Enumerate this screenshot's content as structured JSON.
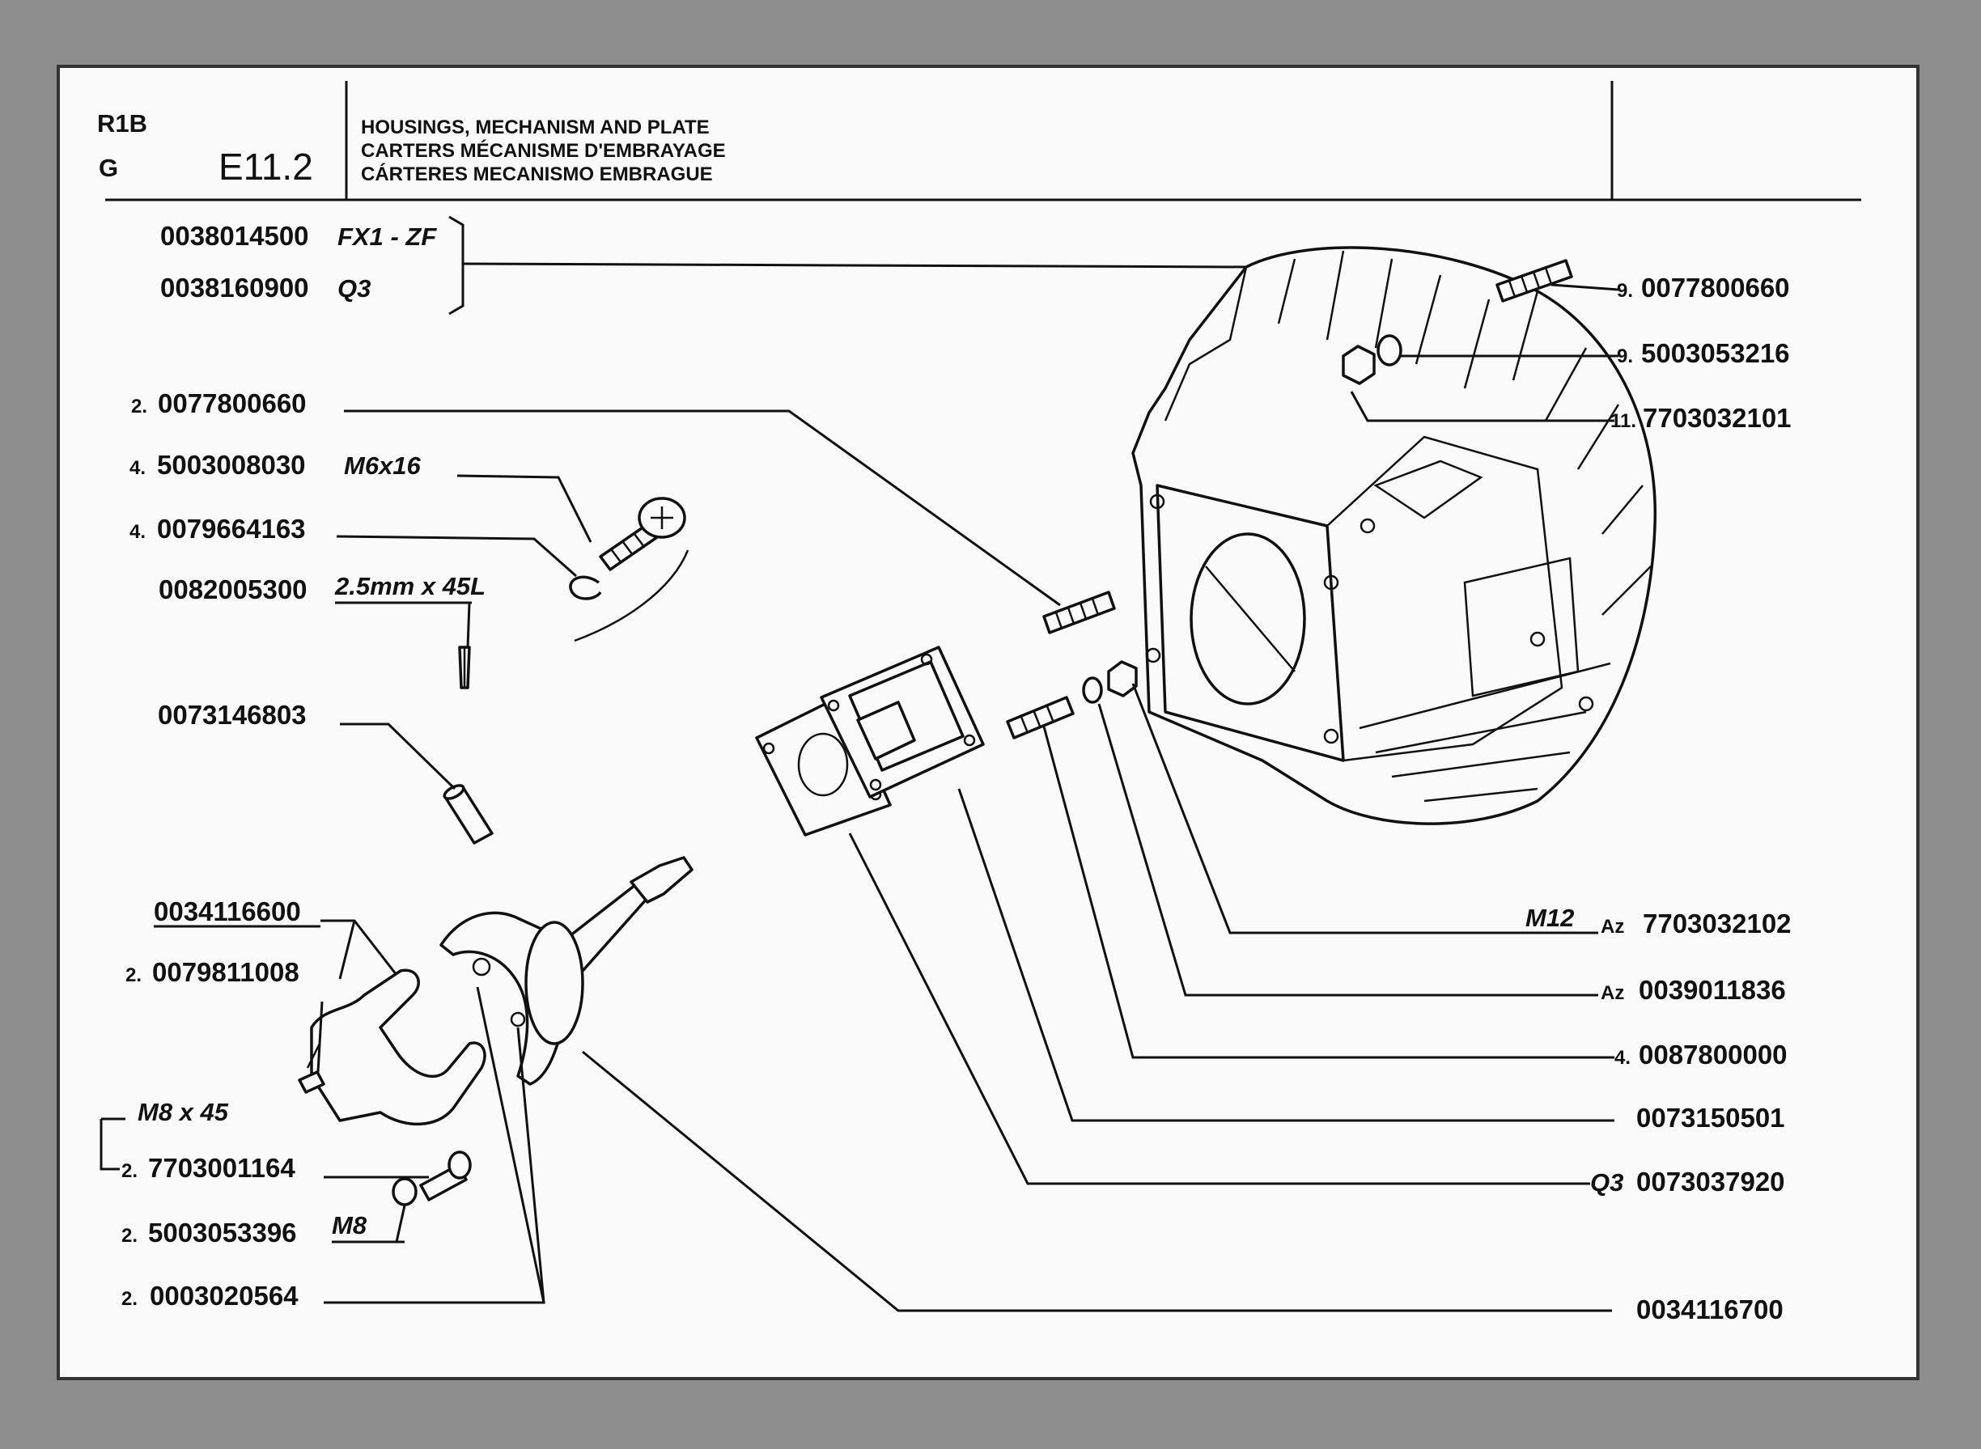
{
  "header": {
    "model": "R1B",
    "variant": "G",
    "ref": "E11.2",
    "titles": [
      "HOUSINGS, MECHANISM AND PLATE",
      "CARTERS MÉCANISME D'EMBRAYAGE",
      "CÁRTERES MECANISMO EMBRAGUE"
    ]
  },
  "parts": {
    "housing_fx1": {
      "pn": "0038014500",
      "spec": "FX1 - ZF"
    },
    "housing_q3": {
      "pn": "0038160900",
      "spec": "Q3"
    },
    "stud_top_right": {
      "qty": "9.",
      "pn": "0077800660"
    },
    "washer_top_right": {
      "qty": "9.",
      "pn": "5003053216"
    },
    "nut_top_right": {
      "qty": "11.",
      "pn": "7703032101"
    },
    "stud_left": {
      "qty": "2.",
      "pn": "0077800660"
    },
    "screw_m6": {
      "qty": "4.",
      "pn": "5003008030",
      "spec": "M6x16"
    },
    "clip": {
      "qty": "4.",
      "pn": "0079664163"
    },
    "pin": {
      "pn": "0082005300",
      "spec": "2.5mm x 45L"
    },
    "sleeve": {
      "pn": "0073146803"
    },
    "fork": {
      "pn": "0034116600"
    },
    "fork_pin": {
      "qty": "2.",
      "pn": "0079811008"
    },
    "bolt_m8": {
      "qty": "2.",
      "pn": "7703001164",
      "spec": "M8 x 45"
    },
    "washer_m8": {
      "qty": "2.",
      "pn": "5003053396",
      "spec": "M8"
    },
    "dowel": {
      "qty": "2.",
      "pn": "0003020564"
    },
    "nut_m12": {
      "qty": "Az",
      "pn": "7703032102",
      "spec": "M12"
    },
    "washer_m12": {
      "qty": "Az",
      "pn": "0039011836"
    },
    "stud_m12": {
      "qty": "4.",
      "pn": "0087800000"
    },
    "gasket": {
      "pn": "0073150501"
    },
    "cover_q3": {
      "pn": "0073037920",
      "spec": "Q3"
    },
    "bearing_bracket": {
      "pn": "0034116700"
    }
  },
  "colors": {
    "paper": "#fafafa",
    "ink": "#111111",
    "frame": "#8e8e8e"
  }
}
